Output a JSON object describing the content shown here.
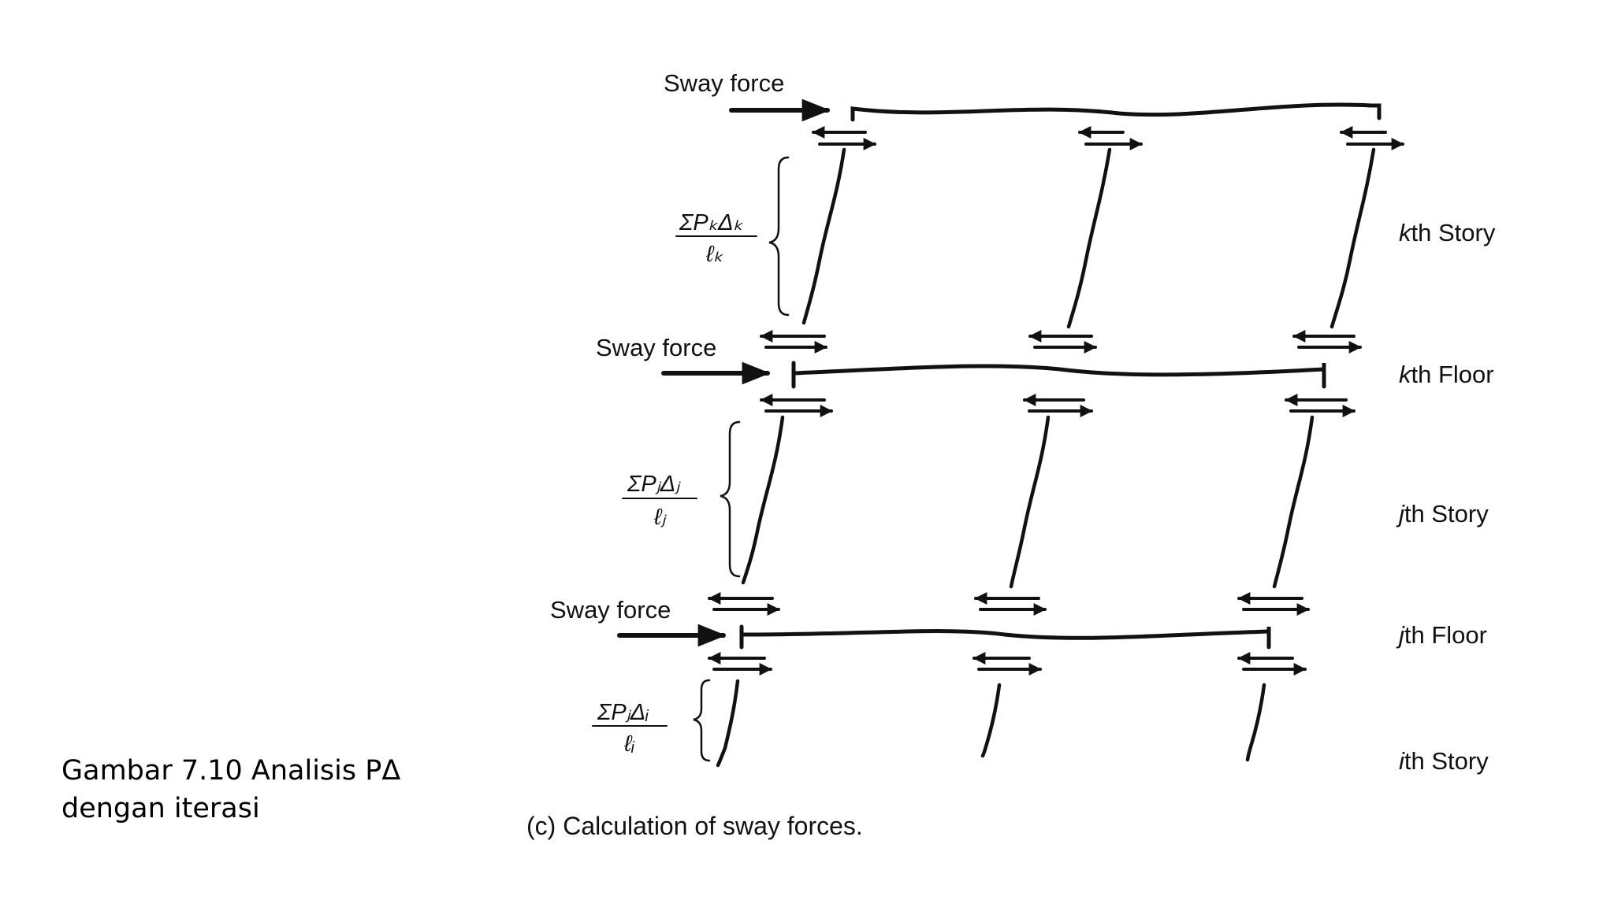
{
  "caption": {
    "line1": "Gambar 7.10  Analisis PΔ",
    "line2": "dengan iterasi"
  },
  "figure": {
    "sway_force_label": "Sway force",
    "story_k": {
      "prefix": "k",
      "suffix": "th Story"
    },
    "floor_k": {
      "prefix": "k",
      "suffix": "th Floor"
    },
    "story_j": {
      "prefix": "j",
      "suffix": "th Story"
    },
    "floor_j": {
      "prefix": "j",
      "suffix": "th Floor"
    },
    "story_i": {
      "prefix": "i",
      "suffix": "th Story"
    },
    "fraction_k": {
      "numerator": "ΣPₖΔₖ",
      "denominator": "ℓₖ"
    },
    "fraction_j": {
      "numerator": "ΣPⱼΔⱼ",
      "denominator": "ℓⱼ"
    },
    "fraction_i": {
      "numerator": "ΣPⱼΔᵢ",
      "denominator": "ℓᵢ"
    },
    "subcaption": "(c)  Calculation of sway forces."
  }
}
